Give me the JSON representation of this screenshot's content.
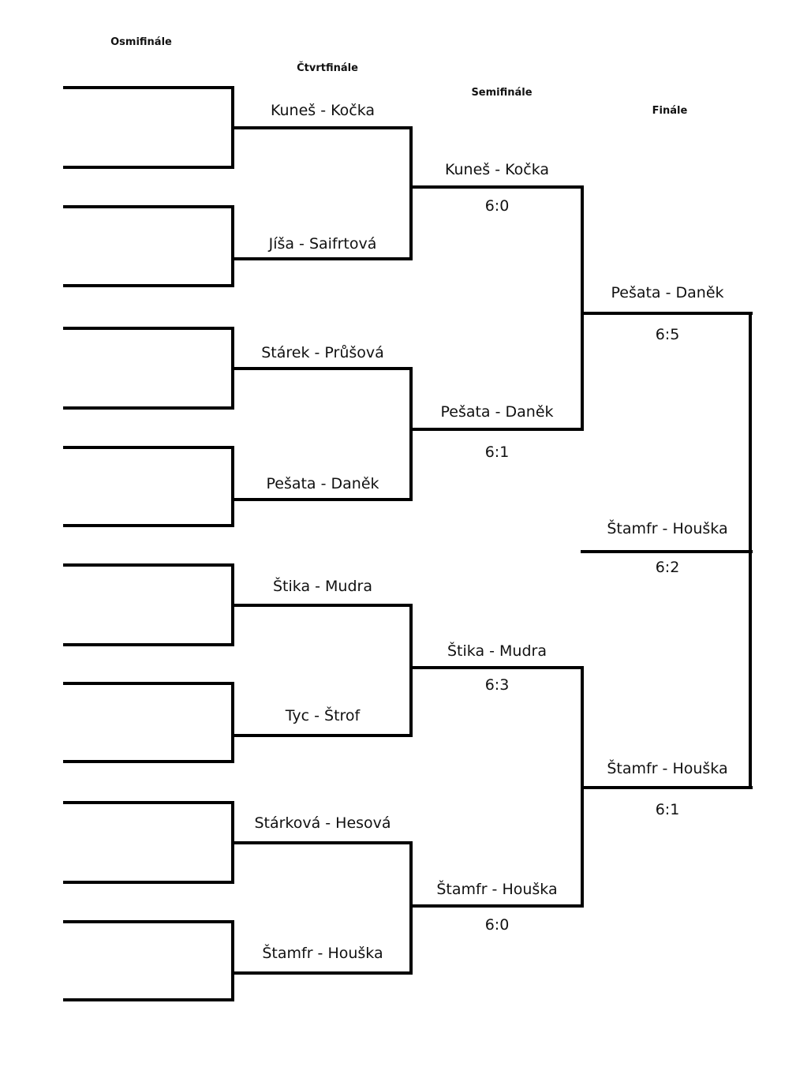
{
  "headers": {
    "osmifinale": "Osmifinále",
    "ctvrtfinale": "Čtvrtfinále",
    "semifinale": "Semifinále",
    "finale": "Finále"
  },
  "quarterfinals": [
    {
      "team": "Kuneš - Kočka"
    },
    {
      "team": "Jíša - Saifrtová"
    },
    {
      "team": "Stárek - Průšová"
    },
    {
      "team": "Pešata - Daněk"
    },
    {
      "team": "Štika - Mudra"
    },
    {
      "team": "Tyc - Štrof"
    },
    {
      "team": "Stárková - Hesová"
    },
    {
      "team": "Štamfr - Houška"
    }
  ],
  "semifinals": [
    {
      "team": "Kuneš - Kočka",
      "score": "6:0"
    },
    {
      "team": "Pešata - Daněk",
      "score": "6:1"
    },
    {
      "team": "Štika - Mudra",
      "score": "6:3"
    },
    {
      "team": "Štamfr - Houška",
      "score": "6:0"
    }
  ],
  "final": [
    {
      "team": "Pešata - Daněk",
      "score": "6:5"
    },
    {
      "team": "Štamfr - Houška",
      "score": "6:1"
    }
  ],
  "champion": {
    "team": "Štamfr - Houška",
    "score": "6:2"
  },
  "colors": {
    "line": "#000000",
    "background": "#ffffff",
    "text": "#111111"
  }
}
